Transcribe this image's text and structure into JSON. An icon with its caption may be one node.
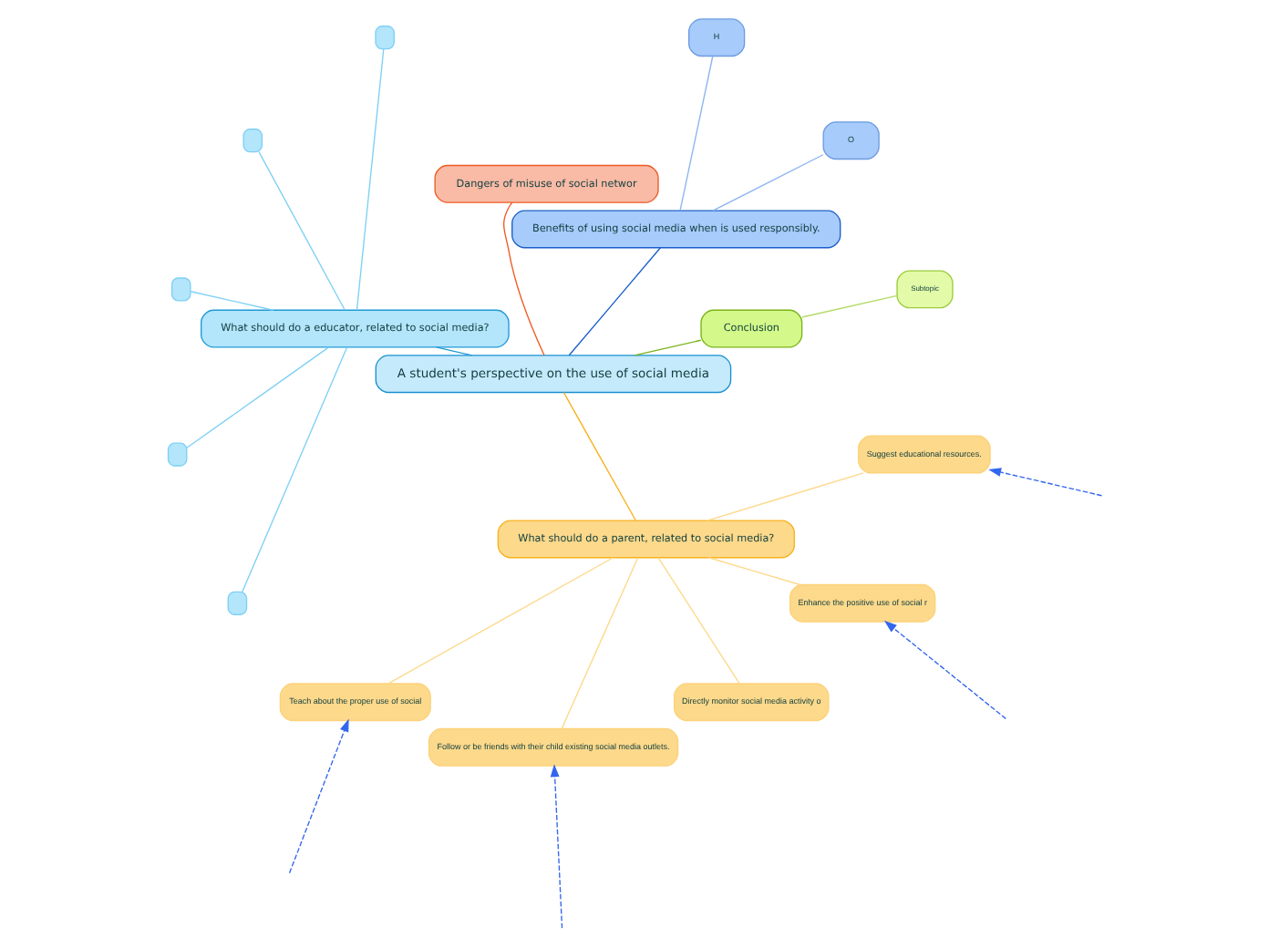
{
  "diagram": {
    "nodes": [
      {
        "text": [
          "A student's perspective on the use of social media"
        ]
      },
      {
        "text": [
          "Conclusion"
        ]
      },
      {
        "text": [
          "Subtopic"
        ]
      },
      {
        "text": [
          "Benefits of using social media when is used responsibly."
        ]
      },
      {
        "text": [
          "O"
        ]
      },
      {
        "text": [
          "H"
        ]
      },
      {
        "text": [
          "Dangers of misuse of social networ"
        ]
      },
      {
        "text": [
          "What should do a educator, related to social media?"
        ]
      },
      {
        "text": [],
        "shape": "box"
      },
      {
        "text": [],
        "shape": "box"
      },
      {
        "text": [],
        "shape": "box"
      },
      {
        "text": [],
        "shape": "box"
      },
      {
        "text": [],
        "shape": "box"
      },
      {
        "text": [
          "What should do a parent, related to social media?"
        ]
      },
      {
        "text": [
          "Teach about the proper use of social"
        ]
      },
      {
        "text": [
          "Follow or be friends with their child existing social media outlets."
        ]
      },
      {
        "text": [
          "Directly monitor social media activity o"
        ]
      },
      {
        "text": [
          "Enhance the positive use of social r"
        ]
      },
      {
        "text": [
          "Suggest educational resources."
        ]
      }
    ],
    "edges": [
      {
        "from": 0,
        "to": 1,
        "arrow": "none",
        "color": "#7ab317"
      },
      {
        "from": 1,
        "to": 2,
        "arrow": "none",
        "color": "#b5db6a"
      },
      {
        "from": 0,
        "to": 3,
        "arrow": "none",
        "color": "#1a5fc8"
      },
      {
        "from": 3,
        "to": 4,
        "arrow": "none",
        "color": "#8ab4f0"
      },
      {
        "from": 3,
        "to": 5,
        "arrow": "none",
        "color": "#8ab4f0"
      },
      {
        "from": 0,
        "to": 6,
        "arrow": "none",
        "color": "#ef5a24"
      },
      {
        "from": 0,
        "to": 7,
        "arrow": "none",
        "color": "#1e9ad6"
      },
      {
        "from": 7,
        "to": 8,
        "arrow": "none",
        "color": "#7fd0f5"
      },
      {
        "from": 7,
        "to": 9,
        "arrow": "none",
        "color": "#7fd0f5"
      },
      {
        "from": 7,
        "to": 10,
        "arrow": "none",
        "color": "#7fd0f5"
      },
      {
        "from": 7,
        "to": 11,
        "arrow": "none",
        "color": "#7fd0f5"
      },
      {
        "from": 7,
        "to": 12,
        "arrow": "none",
        "color": "#7fd0f5"
      },
      {
        "from": 0,
        "to": 13,
        "arrow": "none",
        "color": "#f7b21c"
      },
      {
        "from": 13,
        "to": 14,
        "arrow": "none",
        "color": "#fdd98b"
      },
      {
        "from": 13,
        "to": 15,
        "arrow": "none",
        "color": "#fdd98b"
      },
      {
        "from": 13,
        "to": 16,
        "arrow": "none",
        "color": "#fdd98b"
      },
      {
        "from": 13,
        "to": 17,
        "arrow": "none",
        "color": "#fdd98b"
      },
      {
        "from": 13,
        "to": 18,
        "arrow": "none",
        "color": "#fdd98b"
      },
      {
        "from": null,
        "to": 14,
        "arrow": "to",
        "style": "dashed",
        "color": "#3366ee"
      },
      {
        "from": null,
        "to": 15,
        "arrow": "to",
        "style": "dashed",
        "color": "#3366ee"
      },
      {
        "from": null,
        "to": 17,
        "arrow": "to",
        "style": "dashed",
        "color": "#3366ee"
      },
      {
        "from": null,
        "to": 18,
        "arrow": "to",
        "style": "dashed",
        "color": "#3366ee"
      }
    ]
  }
}
